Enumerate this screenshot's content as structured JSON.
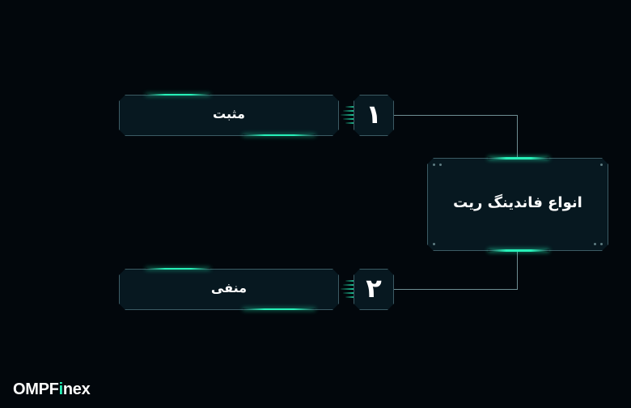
{
  "diagram": {
    "center": {
      "title": "انواع فاندینگ ریت"
    },
    "items": [
      {
        "number": "۱",
        "label": "مثبت"
      },
      {
        "number": "۲",
        "label": "منفی"
      }
    ]
  },
  "logo": {
    "prefix": "OMPF",
    "accent": "i",
    "suffix": "nex"
  },
  "colors": {
    "background": "#02070c",
    "accent": "#27f0b8",
    "box": "#071820",
    "border": "#3c5b64"
  }
}
